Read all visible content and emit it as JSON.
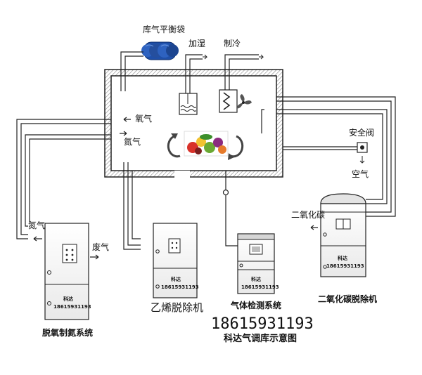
{
  "labels": {
    "balloon": "库气平衡袋",
    "humidify": "加湿",
    "refrigerate": "制冷",
    "oxygen": "氧气",
    "nitrogen_in": "氮气",
    "safety_valve": "安全阀",
    "air": "空气",
    "nitrogen_out": "氮气",
    "waste_gas": "废气",
    "co2": "二氧化碳",
    "phone_big": "18615931193",
    "diagram_title": "科达气调库示意图"
  },
  "units": {
    "deox": {
      "name": "脱氧制氮系统",
      "brand": "科达",
      "phone": "18615931193"
    },
    "ethylene": {
      "name": "乙烯脱除机",
      "brand": "科达",
      "phone": "18615931193"
    },
    "gas_detect": {
      "name": "气体检测系统",
      "brand": "科达",
      "phone": "18615931193"
    },
    "co2_removal": {
      "name": "二氧化碳脱除机",
      "brand": "科达",
      "phone": "18615931193"
    }
  },
  "colors": {
    "line": "#222222",
    "balloon": "#1f4fa8",
    "fruit_red": "#d8322a",
    "fruit_yellow": "#f2c230",
    "fruit_green": "#6aa832"
  }
}
